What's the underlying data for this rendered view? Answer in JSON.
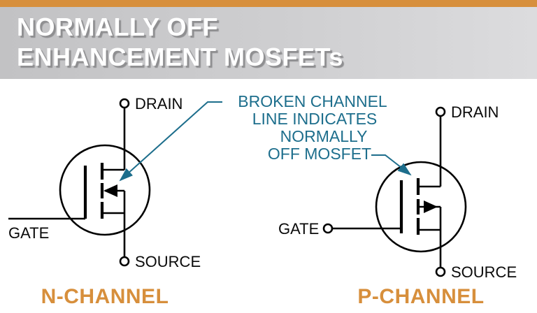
{
  "header": {
    "title_line1": "NORMALLY OFF",
    "title_line2": "ENHANCEMENT MOSFETs"
  },
  "annotation": {
    "line1": "BROKEN CHANNEL",
    "line2": "LINE INDICATES",
    "line3": "NORMALLY",
    "line4": "OFF MOSFET"
  },
  "n_channel": {
    "drain_label": "DRAIN",
    "gate_label": "GATE",
    "source_label": "SOURCE",
    "title": "N-CHANNEL"
  },
  "p_channel": {
    "drain_label": "DRAIN",
    "gate_label": "GATE",
    "source_label": "SOURCE",
    "title": "P-CHANNEL"
  },
  "colors": {
    "top_bar_orange": "#D78F3C",
    "channel_title_orange": "#D78F3C",
    "annotation_teal": "#1D6E8C",
    "header_gray": "#C9C9CB",
    "title_white": "#FFFFFF",
    "line_black": "#000000"
  }
}
